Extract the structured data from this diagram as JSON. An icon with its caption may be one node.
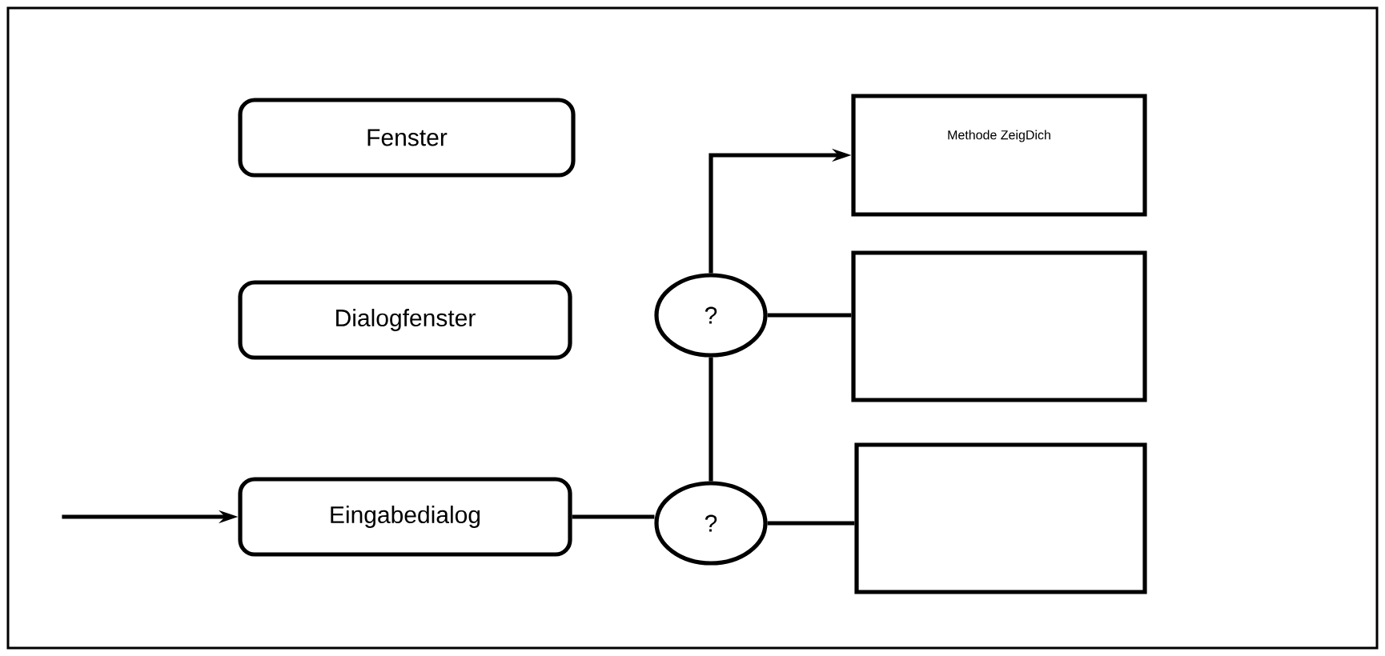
{
  "diagram": {
    "nodes": [
      {
        "text": [
          "Fenster"
        ]
      },
      {
        "text": [
          "Dialogfenster"
        ]
      },
      {
        "text": [
          "Eingabedialog"
        ]
      },
      {
        "text": [
          "?"
        ]
      },
      {
        "text": [
          "?"
        ]
      },
      {
        "text": [
          "Methode ZeigDich"
        ]
      },
      {
        "text": [],
        "shape": "box"
      },
      {
        "text": [],
        "shape": "box"
      }
    ],
    "edges": [
      {
        "from": null,
        "to": 2,
        "arrow": "to"
      },
      {
        "from": 2,
        "to": 4,
        "arrow": "none"
      },
      {
        "from": 4,
        "to": 3,
        "arrow": "none"
      },
      {
        "from": 3,
        "to": 5,
        "arrow": "to"
      },
      {
        "from": 3,
        "to": 6,
        "arrow": "none"
      },
      {
        "from": 4,
        "to": 7,
        "arrow": "none"
      }
    ]
  }
}
